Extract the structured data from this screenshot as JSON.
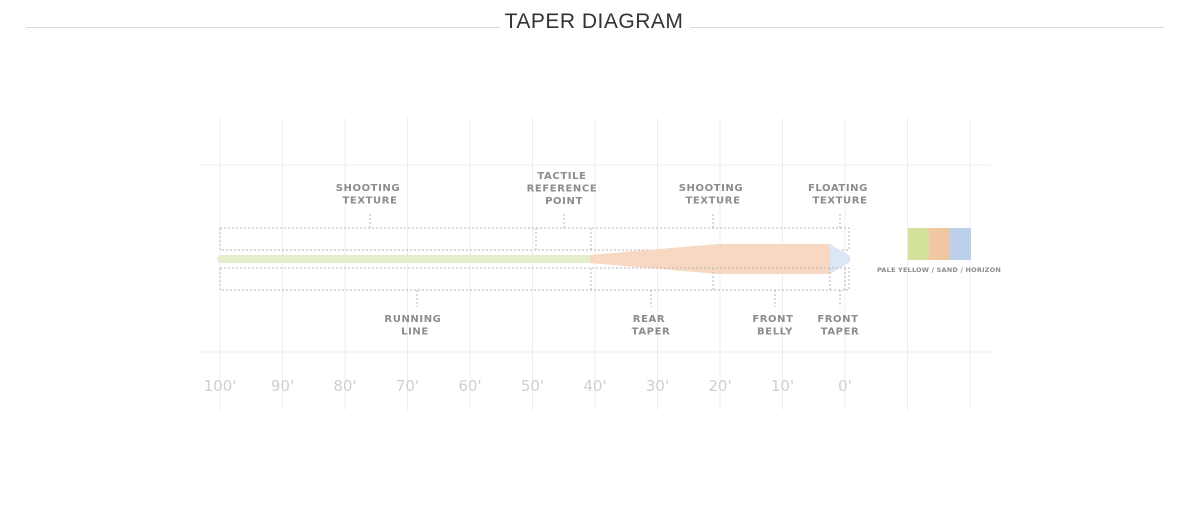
{
  "page": {
    "title": "TAPER DIAGRAM"
  },
  "colors": {
    "running_line": "#e6efcb",
    "taper": "#f8d8c2",
    "tip": "#dce7f5",
    "grid": "#ededed",
    "bracket": "#b5b5b5",
    "swatches": [
      "#d3e29a",
      "#f0c7a2",
      "#bccfeb"
    ]
  },
  "top_labels": [
    {
      "id": "shooting-texture-1",
      "lines": [
        "SHOOTING",
        "TEXTURE"
      ]
    },
    {
      "id": "tactile-reference-point",
      "lines": [
        "TACTILE",
        "REFERENCE",
        "POINT"
      ]
    },
    {
      "id": "shooting-texture-2",
      "lines": [
        "SHOOTING",
        "TEXTURE"
      ]
    },
    {
      "id": "floating-texture",
      "lines": [
        "FLOATING",
        "TEXTURE"
      ]
    }
  ],
  "bottom_labels": [
    {
      "id": "running-line",
      "lines": [
        "RUNNING",
        "LINE"
      ]
    },
    {
      "id": "rear-taper",
      "lines": [
        "REAR",
        "TAPER"
      ]
    },
    {
      "id": "front-belly",
      "lines": [
        "FRONT",
        "BELLY"
      ]
    },
    {
      "id": "front-taper",
      "lines": [
        "FRONT",
        "TAPER"
      ]
    }
  ],
  "axis": {
    "ticks": [
      "100'",
      "90'",
      "80'",
      "70'",
      "60'",
      "50'",
      "40'",
      "30'",
      "20'",
      "10'",
      "0'"
    ]
  },
  "legend": {
    "label": "PALE YELLOW / SAND / HORIZON"
  }
}
